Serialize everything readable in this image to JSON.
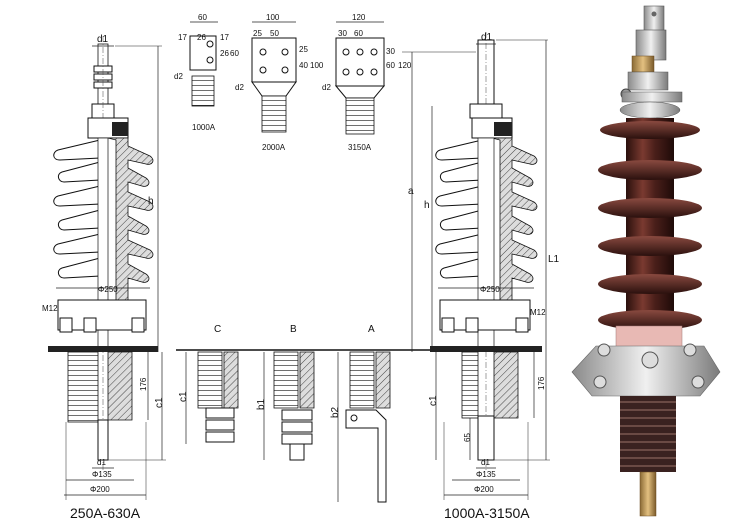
{
  "captions": {
    "left_model": "250A-630A",
    "right_model": "1000A-3150A",
    "variant_c": "C",
    "variant_b": "B",
    "variant_a": "A"
  },
  "terminals": {
    "t1000": {
      "caption": "1000A",
      "top": "60",
      "d1": "17",
      "d2": "26",
      "d3": "17",
      "h1": "26",
      "h2": "60",
      "hole": "d2"
    },
    "t2000": {
      "caption": "2000A",
      "top": "100",
      "d1": "25",
      "d2": "50",
      "h1": "25",
      "h2": "40",
      "h3": "100",
      "hole": "d2"
    },
    "t3150": {
      "caption": "3150A",
      "top": "120",
      "d1": "30",
      "d2": "60",
      "h1": "30",
      "h2": "60",
      "h3": "120",
      "hole": "d2"
    }
  },
  "left_dims": {
    "d1_top": "d1",
    "h": "h",
    "phi250": "Φ250",
    "m12": "M12",
    "dim176": "176",
    "c1": "c1",
    "d1_bottom": "d1",
    "phi135": "Φ135",
    "phi200": "Φ200"
  },
  "variant_dims": {
    "c1": "c1",
    "b1": "b1",
    "b2": "b2"
  },
  "right_dims": {
    "d1_top": "d1",
    "a": "a",
    "h": "h",
    "phi250": "Φ250",
    "m12": "M12",
    "c1": "c1",
    "dim65": "65",
    "dim176": "176",
    "d1_bottom": "d1",
    "phi135": "Φ135",
    "phi200": "Φ200",
    "l1": "L1"
  },
  "colors": {
    "porcelain_brown": "#4a1f1a",
    "porcelain_highlight": "#8a4a40",
    "flange_silver": "#c9c9c9",
    "base_pink": "#e8b9b4",
    "thread_brown": "#3a2220",
    "brass": "#c79a55"
  }
}
